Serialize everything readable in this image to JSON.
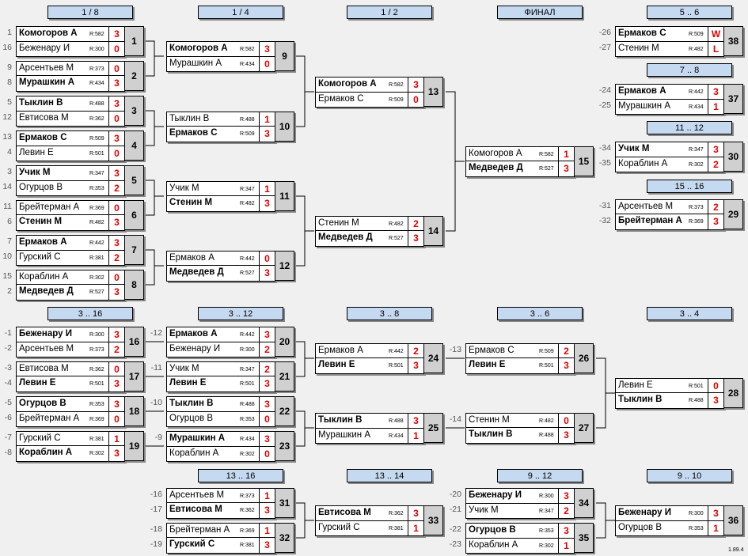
{
  "version": "1.89.4",
  "headers": [
    {
      "id": "h1",
      "label": "1 / 8"
    },
    {
      "id": "h2",
      "label": "1 / 4"
    },
    {
      "id": "h3",
      "label": "1 / 2"
    },
    {
      "id": "h4",
      "label": "ФИНАЛ"
    },
    {
      "id": "h5",
      "label": "5 .. 6"
    },
    {
      "id": "h6",
      "label": "7 .. 8"
    },
    {
      "id": "h7",
      "label": "11 .. 12"
    },
    {
      "id": "h8",
      "label": "15 .. 16"
    },
    {
      "id": "h9",
      "label": "3 .. 16"
    },
    {
      "id": "h10",
      "label": "3 .. 12"
    },
    {
      "id": "h11",
      "label": "3 .. 8"
    },
    {
      "id": "h12",
      "label": "3 .. 6"
    },
    {
      "id": "h13",
      "label": "3 .. 4"
    },
    {
      "id": "h14",
      "label": "13 .. 16"
    },
    {
      "id": "h15",
      "label": "13 .. 14"
    },
    {
      "id": "h16",
      "label": "9 .. 12"
    },
    {
      "id": "h17",
      "label": "9 .. 10"
    }
  ],
  "matches": [
    {
      "id": "1",
      "a": {
        "seed": "1",
        "name": "Комогоров А",
        "r": "R:582",
        "s": "3",
        "w": true
      },
      "b": {
        "seed": "16",
        "name": "Беженару И",
        "r": "R:300",
        "s": "0",
        "w": false
      }
    },
    {
      "id": "2",
      "a": {
        "seed": "9",
        "name": "Арсентьев М",
        "r": "R:373",
        "s": "0",
        "w": false
      },
      "b": {
        "seed": "8",
        "name": "Мурашкин А",
        "r": "R:434",
        "s": "3",
        "w": true
      }
    },
    {
      "id": "3",
      "a": {
        "seed": "5",
        "name": "Тыклин В",
        "r": "R:488",
        "s": "3",
        "w": true
      },
      "b": {
        "seed": "12",
        "name": "Евтисова М",
        "r": "R:362",
        "s": "0",
        "w": false
      }
    },
    {
      "id": "4",
      "a": {
        "seed": "13",
        "name": "Ермаков С",
        "r": "R:509",
        "s": "3",
        "w": true
      },
      "b": {
        "seed": "4",
        "name": "Левин Е",
        "r": "R:501",
        "s": "0",
        "w": false
      }
    },
    {
      "id": "5",
      "a": {
        "seed": "3",
        "name": "Учик М",
        "r": "R:347",
        "s": "3",
        "w": true
      },
      "b": {
        "seed": "14",
        "name": "Огурцов В",
        "r": "R:353",
        "s": "2",
        "w": false
      }
    },
    {
      "id": "6",
      "a": {
        "seed": "11",
        "name": "Брейтерман А",
        "r": "R:369",
        "s": "0",
        "w": false
      },
      "b": {
        "seed": "6",
        "name": "Стенин М",
        "r": "R:482",
        "s": "3",
        "w": true
      }
    },
    {
      "id": "7",
      "a": {
        "seed": "7",
        "name": "Ермаков А",
        "r": "R:442",
        "s": "3",
        "w": true
      },
      "b": {
        "seed": "10",
        "name": "Гурский С",
        "r": "R:381",
        "s": "2",
        "w": false
      }
    },
    {
      "id": "8",
      "a": {
        "seed": "15",
        "name": "Кораблин А",
        "r": "R:302",
        "s": "0",
        "w": false
      },
      "b": {
        "seed": "2",
        "name": "Медведев Д",
        "r": "R:527",
        "s": "3",
        "w": true
      }
    },
    {
      "id": "9",
      "a": {
        "seed": "",
        "name": "Комогоров А",
        "r": "R:582",
        "s": "3",
        "w": true
      },
      "b": {
        "seed": "",
        "name": "Мурашкин А",
        "r": "R:434",
        "s": "0",
        "w": false
      }
    },
    {
      "id": "10",
      "a": {
        "seed": "",
        "name": "Тыклин В",
        "r": "R:488",
        "s": "1",
        "w": false
      },
      "b": {
        "seed": "",
        "name": "Ермаков С",
        "r": "R:509",
        "s": "3",
        "w": true
      }
    },
    {
      "id": "11",
      "a": {
        "seed": "",
        "name": "Учик М",
        "r": "R:347",
        "s": "1",
        "w": false
      },
      "b": {
        "seed": "",
        "name": "Стенин М",
        "r": "R:482",
        "s": "3",
        "w": true
      }
    },
    {
      "id": "12",
      "a": {
        "seed": "",
        "name": "Ермаков А",
        "r": "R:442",
        "s": "0",
        "w": false
      },
      "b": {
        "seed": "",
        "name": "Медведев Д",
        "r": "R:527",
        "s": "3",
        "w": true
      }
    },
    {
      "id": "13",
      "a": {
        "seed": "",
        "name": "Комогоров А",
        "r": "R:582",
        "s": "3",
        "w": true
      },
      "b": {
        "seed": "",
        "name": "Ермаков С",
        "r": "R:509",
        "s": "0",
        "w": false
      }
    },
    {
      "id": "14",
      "a": {
        "seed": "",
        "name": "Стенин М",
        "r": "R:482",
        "s": "2",
        "w": false
      },
      "b": {
        "seed": "",
        "name": "Медведев Д",
        "r": "R:527",
        "s": "3",
        "w": true
      }
    },
    {
      "id": "15",
      "a": {
        "seed": "",
        "name": "Комогоров А",
        "r": "R:582",
        "s": "1",
        "w": false
      },
      "b": {
        "seed": "",
        "name": "Медведев Д",
        "r": "R:527",
        "s": "3",
        "w": true
      }
    },
    {
      "id": "38",
      "a": {
        "seed": "-26",
        "name": "Ермаков С",
        "r": "R:509",
        "s": "W",
        "w": true
      },
      "b": {
        "seed": "-27",
        "name": "Стенин М",
        "r": "R:482",
        "s": "L",
        "w": false
      }
    },
    {
      "id": "37",
      "a": {
        "seed": "-24",
        "name": "Ермаков А",
        "r": "R:442",
        "s": "3",
        "w": true
      },
      "b": {
        "seed": "-25",
        "name": "Мурашкин А",
        "r": "R:434",
        "s": "1",
        "w": false
      }
    },
    {
      "id": "30",
      "a": {
        "seed": "-34",
        "name": "Учик М",
        "r": "R:347",
        "s": "3",
        "w": true
      },
      "b": {
        "seed": "-35",
        "name": "Кораблин А",
        "r": "R:302",
        "s": "2",
        "w": false
      }
    },
    {
      "id": "29",
      "a": {
        "seed": "-31",
        "name": "Арсентьев М",
        "r": "R:373",
        "s": "2",
        "w": false
      },
      "b": {
        "seed": "-32",
        "name": "Брейтерман А",
        "r": "R:369",
        "s": "3",
        "w": true
      }
    },
    {
      "id": "16",
      "a": {
        "seed": "-1",
        "name": "Беженару И",
        "r": "R:300",
        "s": "3",
        "w": true
      },
      "b": {
        "seed": "-2",
        "name": "Арсентьев М",
        "r": "R:373",
        "s": "2",
        "w": false
      }
    },
    {
      "id": "17",
      "a": {
        "seed": "-3",
        "name": "Евтисова М",
        "r": "R:362",
        "s": "0",
        "w": false
      },
      "b": {
        "seed": "-4",
        "name": "Левин Е",
        "r": "R:501",
        "s": "3",
        "w": true
      }
    },
    {
      "id": "18",
      "a": {
        "seed": "-5",
        "name": "Огурцов В",
        "r": "R:353",
        "s": "3",
        "w": true
      },
      "b": {
        "seed": "-6",
        "name": "Брейтерман А",
        "r": "R:369",
        "s": "0",
        "w": false
      }
    },
    {
      "id": "19",
      "a": {
        "seed": "-7",
        "name": "Гурский С",
        "r": "R:381",
        "s": "1",
        "w": false
      },
      "b": {
        "seed": "-8",
        "name": "Кораблин А",
        "r": "R:302",
        "s": "3",
        "w": true
      }
    },
    {
      "id": "20",
      "a": {
        "seed": "-12",
        "name": "Ермаков А",
        "r": "R:442",
        "s": "3",
        "w": true
      },
      "b": {
        "seed": "",
        "name": "Беженару И",
        "r": "R:300",
        "s": "2",
        "w": false
      }
    },
    {
      "id": "21",
      "a": {
        "seed": "-11",
        "name": "Учик М",
        "r": "R:347",
        "s": "2",
        "w": false
      },
      "b": {
        "seed": "",
        "name": "Левин Е",
        "r": "R:501",
        "s": "3",
        "w": true
      }
    },
    {
      "id": "22",
      "a": {
        "seed": "-10",
        "name": "Тыклин В",
        "r": "R:488",
        "s": "3",
        "w": true
      },
      "b": {
        "seed": "",
        "name": "Огурцов В",
        "r": "R:353",
        "s": "0",
        "w": false
      }
    },
    {
      "id": "23",
      "a": {
        "seed": "-9",
        "name": "Мурашкин А",
        "r": "R:434",
        "s": "3",
        "w": true
      },
      "b": {
        "seed": "",
        "name": "Кораблин А",
        "r": "R:302",
        "s": "0",
        "w": false
      }
    },
    {
      "id": "24",
      "a": {
        "seed": "",
        "name": "Ермаков А",
        "r": "R:442",
        "s": "2",
        "w": false
      },
      "b": {
        "seed": "",
        "name": "Левин Е",
        "r": "R:501",
        "s": "3",
        "w": true
      }
    },
    {
      "id": "25",
      "a": {
        "seed": "",
        "name": "Тыклин В",
        "r": "R:488",
        "s": "3",
        "w": true
      },
      "b": {
        "seed": "",
        "name": "Мурашкин А",
        "r": "R:434",
        "s": "1",
        "w": false
      }
    },
    {
      "id": "26",
      "a": {
        "seed": "-13",
        "name": "Ермаков С",
        "r": "R:509",
        "s": "2",
        "w": false
      },
      "b": {
        "seed": "",
        "name": "Левин Е",
        "r": "R:501",
        "s": "3",
        "w": true
      }
    },
    {
      "id": "27",
      "a": {
        "seed": "-14",
        "name": "Стенин М",
        "r": "R:482",
        "s": "0",
        "w": false
      },
      "b": {
        "seed": "",
        "name": "Тыклин В",
        "r": "R:488",
        "s": "3",
        "w": true
      }
    },
    {
      "id": "28",
      "a": {
        "seed": "",
        "name": "Левин Е",
        "r": "R:501",
        "s": "0",
        "w": false
      },
      "b": {
        "seed": "",
        "name": "Тыклин В",
        "r": "R:488",
        "s": "3",
        "w": true
      }
    },
    {
      "id": "31",
      "a": {
        "seed": "-16",
        "name": "Арсентьев М",
        "r": "R:373",
        "s": "1",
        "w": false
      },
      "b": {
        "seed": "-17",
        "name": "Евтисова М",
        "r": "R:362",
        "s": "3",
        "w": true
      }
    },
    {
      "id": "32",
      "a": {
        "seed": "-18",
        "name": "Брейтерман А",
        "r": "R:369",
        "s": "1",
        "w": false
      },
      "b": {
        "seed": "-19",
        "name": "Гурский С",
        "r": "R:381",
        "s": "3",
        "w": true
      }
    },
    {
      "id": "33",
      "a": {
        "seed": "",
        "name": "Евтисова М",
        "r": "R:362",
        "s": "3",
        "w": true
      },
      "b": {
        "seed": "",
        "name": "Гурский С",
        "r": "R:381",
        "s": "1",
        "w": false
      }
    },
    {
      "id": "34",
      "a": {
        "seed": "-20",
        "name": "Беженару И",
        "r": "R:300",
        "s": "3",
        "w": true
      },
      "b": {
        "seed": "-21",
        "name": "Учик М",
        "r": "R:347",
        "s": "2",
        "w": false
      }
    },
    {
      "id": "35",
      "a": {
        "seed": "-22",
        "name": "Огурцов В",
        "r": "R:353",
        "s": "3",
        "w": true
      },
      "b": {
        "seed": "-23",
        "name": "Кораблин А",
        "r": "R:302",
        "s": "1",
        "w": false
      }
    },
    {
      "id": "36",
      "a": {
        "seed": "",
        "name": "Беженару И",
        "r": "R:300",
        "s": "3",
        "w": true
      },
      "b": {
        "seed": "",
        "name": "Огурцов В",
        "r": "R:353",
        "s": "1",
        "w": false
      }
    }
  ]
}
